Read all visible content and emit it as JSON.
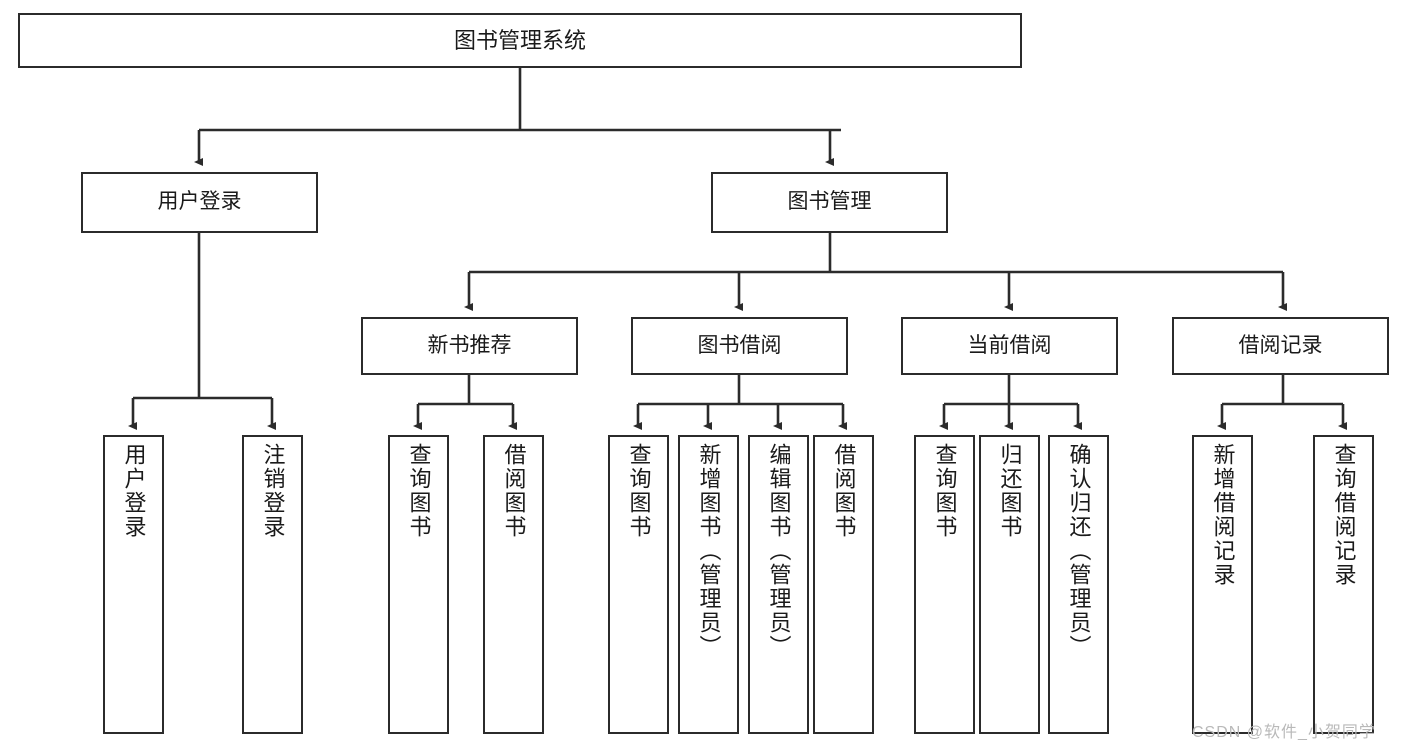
{
  "diagram": {
    "title": "图书管理系统",
    "type": "hierarchy-tree",
    "colors": {
      "border": "#2b2b2b",
      "background": "#ffffff",
      "text": "#1a1a1a",
      "watermark": "#b9b9b9"
    },
    "root": {
      "label": "图书管理系统"
    },
    "level2": [
      {
        "label": "用户登录"
      },
      {
        "label": "图书管理"
      }
    ],
    "level3": [
      {
        "label": "新书推荐"
      },
      {
        "label": "图书借阅"
      },
      {
        "label": "当前借阅"
      },
      {
        "label": "借阅记录"
      }
    ],
    "leaves": {
      "user_login": [
        {
          "label": "用户登录"
        },
        {
          "label": "注销登录"
        }
      ],
      "new_book_recommend": [
        {
          "label": "查询图书"
        },
        {
          "label": "借阅图书"
        }
      ],
      "book_borrow": [
        {
          "label": "查询图书"
        },
        {
          "label": "新增图书（管理员）"
        },
        {
          "label": "编辑图书（管理员）"
        },
        {
          "label": "借阅图书"
        }
      ],
      "current_borrow": [
        {
          "label": "查询图书"
        },
        {
          "label": "归还图书"
        },
        {
          "label": "确认归还（管理员）"
        }
      ],
      "borrow_record": [
        {
          "label": "新增借阅记录"
        },
        {
          "label": "查询借阅记录"
        }
      ]
    }
  },
  "watermark": {
    "text": "CSDN @软件_小贺同学"
  }
}
